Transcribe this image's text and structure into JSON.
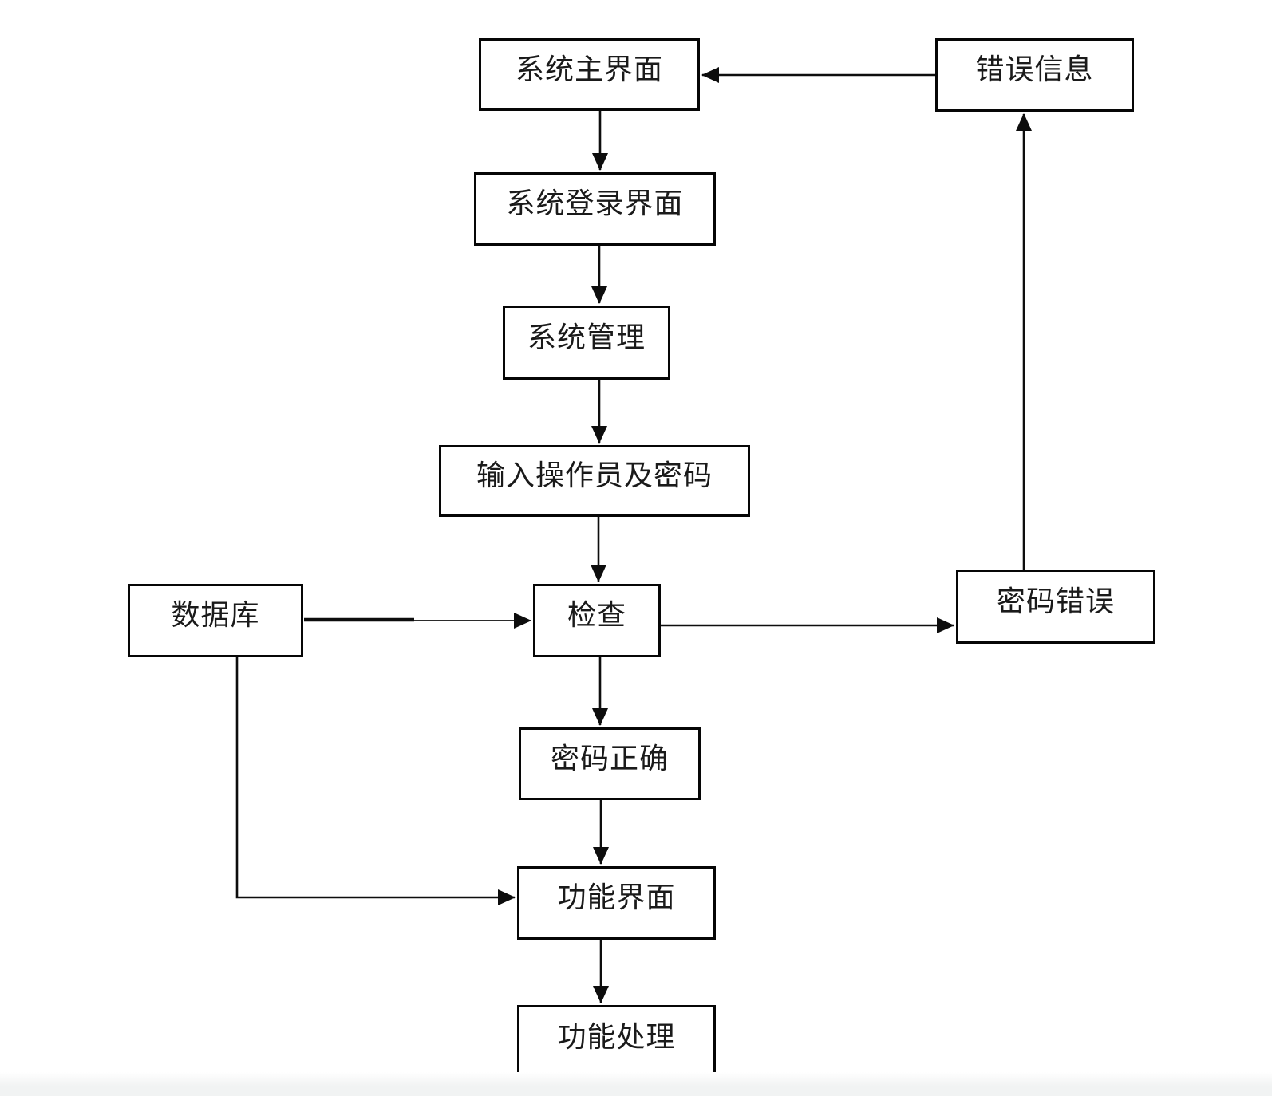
{
  "diagram": {
    "type": "flowchart",
    "language": "zh-CN",
    "colors": {
      "node_border": "#060606",
      "node_fill": "#ffffff",
      "text": "#1a1a1a",
      "line": "#0d0d0d",
      "background": "#ffffff"
    },
    "nodes": {
      "system_main": {
        "label": "系统主界面"
      },
      "error_info": {
        "label": "错误信息"
      },
      "system_login": {
        "label": "系统登录界面"
      },
      "system_admin": {
        "label": "系统管理"
      },
      "input_operator": {
        "label": "输入操作员及密码"
      },
      "database": {
        "label": "数据库"
      },
      "check": {
        "label": "检查"
      },
      "password_wrong": {
        "label": "密码错误"
      },
      "password_correct": {
        "label": "密码正确"
      },
      "function_ui": {
        "label": "功能界面"
      },
      "function_process": {
        "label": "功能处理"
      }
    },
    "edges": [
      {
        "from": "系统主界面",
        "to": "系统登录界面"
      },
      {
        "from": "错误信息",
        "to": "系统主界面"
      },
      {
        "from": "系统登录界面",
        "to": "系统管理"
      },
      {
        "from": "系统管理",
        "to": "输入操作员及密码"
      },
      {
        "from": "输入操作员及密码",
        "to": "检查"
      },
      {
        "from": "数据库",
        "to": "检查"
      },
      {
        "from": "检查",
        "to": "密码错误"
      },
      {
        "from": "密码错误",
        "to": "错误信息"
      },
      {
        "from": "检查",
        "to": "密码正确"
      },
      {
        "from": "密码正确",
        "to": "功能界面"
      },
      {
        "from": "数据库",
        "to": "功能界面"
      },
      {
        "from": "功能界面",
        "to": "功能处理"
      }
    ]
  }
}
